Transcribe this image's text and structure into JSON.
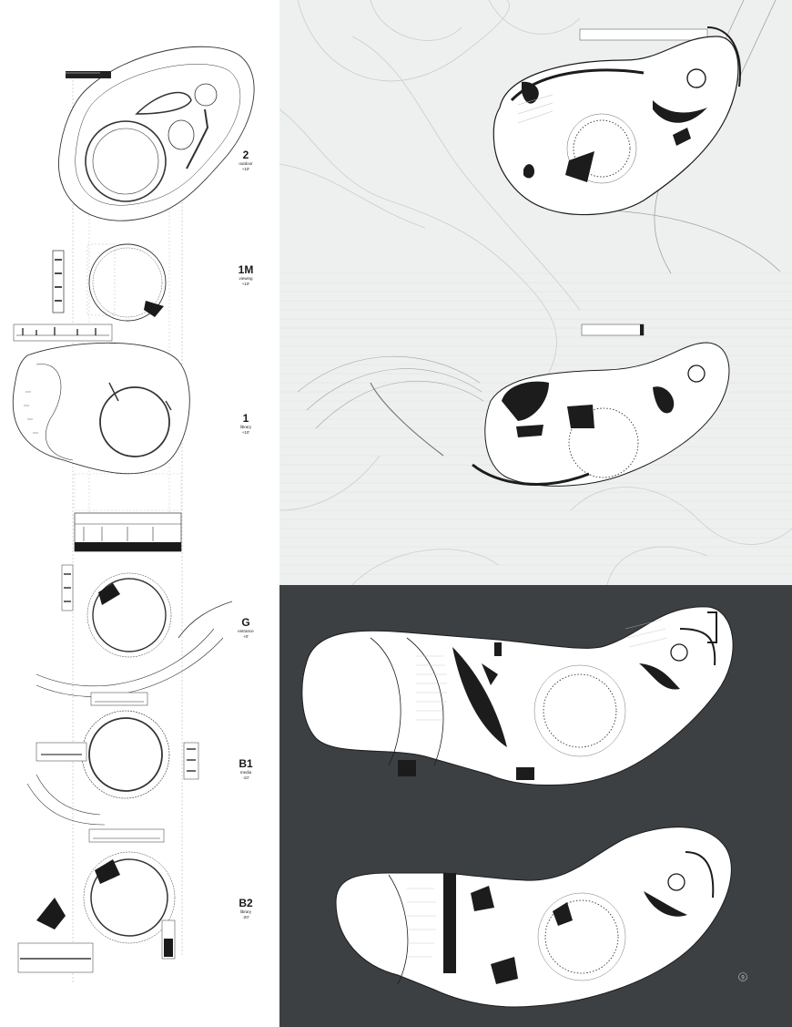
{
  "levels": [
    {
      "code": "2",
      "use": "outdoor",
      "elev": "+10'"
    },
    {
      "code": "1M",
      "use": "viewing",
      "elev": "+10'"
    },
    {
      "code": "1",
      "use": "library",
      "elev": "+10'"
    },
    {
      "code": "G",
      "use": "entrance",
      "elev": "+0'"
    },
    {
      "code": "B1",
      "use": "media",
      "elev": "-10'"
    },
    {
      "code": "B2",
      "use": "library",
      "elev": "-20'"
    }
  ],
  "colors": {
    "dark_panel": "#3c4043",
    "site_background": "#eef0f0",
    "plan_fill": "#ffffff",
    "wall": "#1c1c1c",
    "line": "#7a7a7a"
  },
  "page_number": "9"
}
